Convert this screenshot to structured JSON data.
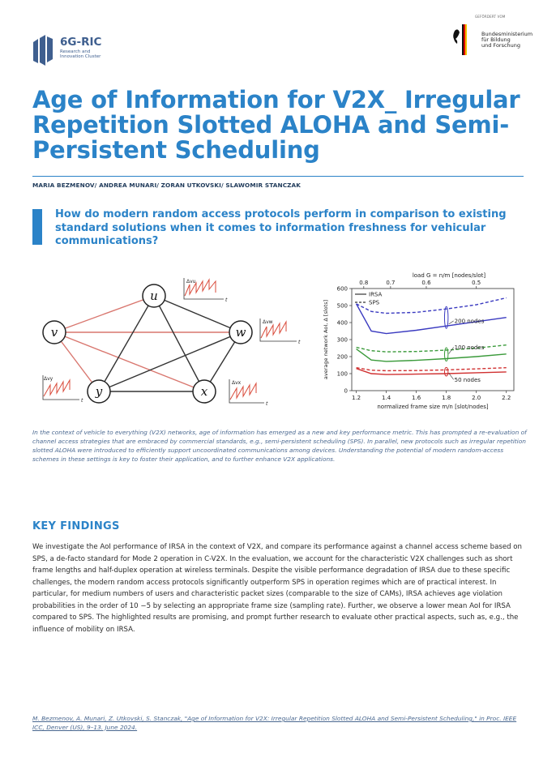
{
  "header": {
    "logo_name": "6G-RIC",
    "logo_sub_1": "Research and",
    "logo_sub_2": "Innovation Cluster",
    "funder_top": "GEFÖRDERT VOM",
    "funder_line_1": "Bundesministerium",
    "funder_line_2": "für Bildung",
    "funder_line_3": "und Forschung"
  },
  "title": "Age of Information for V2X_ Irregular Repetition Slotted ALOHA and Semi-Persistent Scheduling",
  "authors": "MARIA BEZMENOV/ ANDREA MUNARI/ ZORAN UTKOVSKI/ SLAWOMIR STANCZAK",
  "question": "How do modern random access protocols perform in comparison to existing standard solutions when it comes to information freshness for vehicular communications?",
  "graph": {
    "nodes": [
      "u",
      "v",
      "w",
      "y",
      "x"
    ],
    "labels": {
      "uv": "Δvu",
      "wv": "Δvw",
      "yv": "Δvy",
      "xv": "Δvx",
      "t": "t"
    },
    "colors": {
      "red_edge": "#d9776f",
      "black_edge": "#333333",
      "sawtooth": "#d94a3a"
    }
  },
  "chart_data": {
    "type": "line",
    "title": "",
    "top_axis_label": "load G = n/m [nodes/slot]",
    "top_ticks": [
      "0.8",
      "0.7",
      "0.6",
      "0.5"
    ],
    "xlabel": "normalized frame size m/n [slot/nodes]",
    "ylabel": "average network AoI, Δ [slots]",
    "xlim": [
      1.17,
      2.25
    ],
    "ylim": [
      0,
      600
    ],
    "x_ticks": [
      "1.2",
      "1.4",
      "1.6",
      "1.8",
      "2.0",
      "2.2"
    ],
    "y_ticks": [
      "0",
      "100",
      "200",
      "300",
      "400",
      "500",
      "600"
    ],
    "legend": [
      "IRSA",
      "SPS"
    ],
    "legend_position": "top-left",
    "annotations": [
      "200 nodes",
      "100 nodes",
      "50 nodes"
    ],
    "x": [
      1.2,
      1.3,
      1.4,
      1.6,
      1.8,
      2.0,
      2.2
    ],
    "series": [
      {
        "name": "IRSA",
        "group": "200 nodes",
        "color": "#3a3ac0",
        "dashed": false,
        "values": [
          510,
          350,
          335,
          355,
          380,
          405,
          430
        ]
      },
      {
        "name": "SPS",
        "group": "200 nodes",
        "color": "#3a3ac0",
        "dashed": true,
        "values": [
          510,
          465,
          455,
          460,
          480,
          505,
          545
        ]
      },
      {
        "name": "IRSA",
        "group": "100 nodes",
        "color": "#3a9a3a",
        "dashed": false,
        "values": [
          245,
          180,
          172,
          178,
          188,
          200,
          215
        ]
      },
      {
        "name": "SPS",
        "group": "100 nodes",
        "color": "#3a9a3a",
        "dashed": true,
        "values": [
          255,
          235,
          228,
          230,
          238,
          250,
          268
        ]
      },
      {
        "name": "IRSA",
        "group": "50 nodes",
        "color": "#d03030",
        "dashed": false,
        "values": [
          130,
          100,
          95,
          97,
          100,
          105,
          110
        ]
      },
      {
        "name": "SPS",
        "group": "50 nodes",
        "color": "#d03030",
        "dashed": true,
        "values": [
          135,
          120,
          117,
          118,
          122,
          128,
          135
        ]
      }
    ]
  },
  "caption": "In the context of vehicle to everything (V2X) networks, age of information has emerged as a new and key performance metric. This has prompted a re-evaluation of channel access strategies that are embraced by commercial standards, e.g., semi-persistent scheduling (SPS). In parallel, new protocols such as irregular repetition slotted ALOHA were introduced to efficiently support uncoordinated communications among devices. Understanding the potential of modern random-access schemes in these settings is key to foster their application, and to further enhance V2X applications.",
  "key_findings": {
    "heading": "KEY FINDINGS",
    "text": "We investigate the AoI performance of IRSA in the context of V2X, and compare its performance against a channel access scheme based on SPS, a de-facto standard for Mode 2 operation in C-V2X. In the evaluation, we account for the characteristic V2X challenges such as short frame lengths and half-duplex operation at wireless terminals. Despite the visible performance degradation of IRSA due to these specific challenges, the modern random access protocols significantly outperform SPS in operation regimes which are of practical interest. In particular, for medium numbers of users and characteristic packet sizes (comparable to the size of CAMs), IRSA achieves age violation probabilities in the order of 10 −5 by selecting an appropriate frame size (sampling rate). Further, we observe a lower mean AoI for IRSA compared to SPS. The highlighted results are promising, and prompt further research to evaluate other practical aspects, such as, e.g., the influence of mobility on IRSA."
  },
  "reference": "M. Bezmenov, A. Munari, Z. Utkovski, S. Stanczak, \"Age of Information for V2X: Irregular Repetition Slotted ALOHA and Semi-Persistent Scheduling,\" in Proc. IEEE ICC, Denver (US), 9–13. June 2024.",
  "colors": {
    "accent": "#2b83c8",
    "logo": "#3f5f8f"
  }
}
